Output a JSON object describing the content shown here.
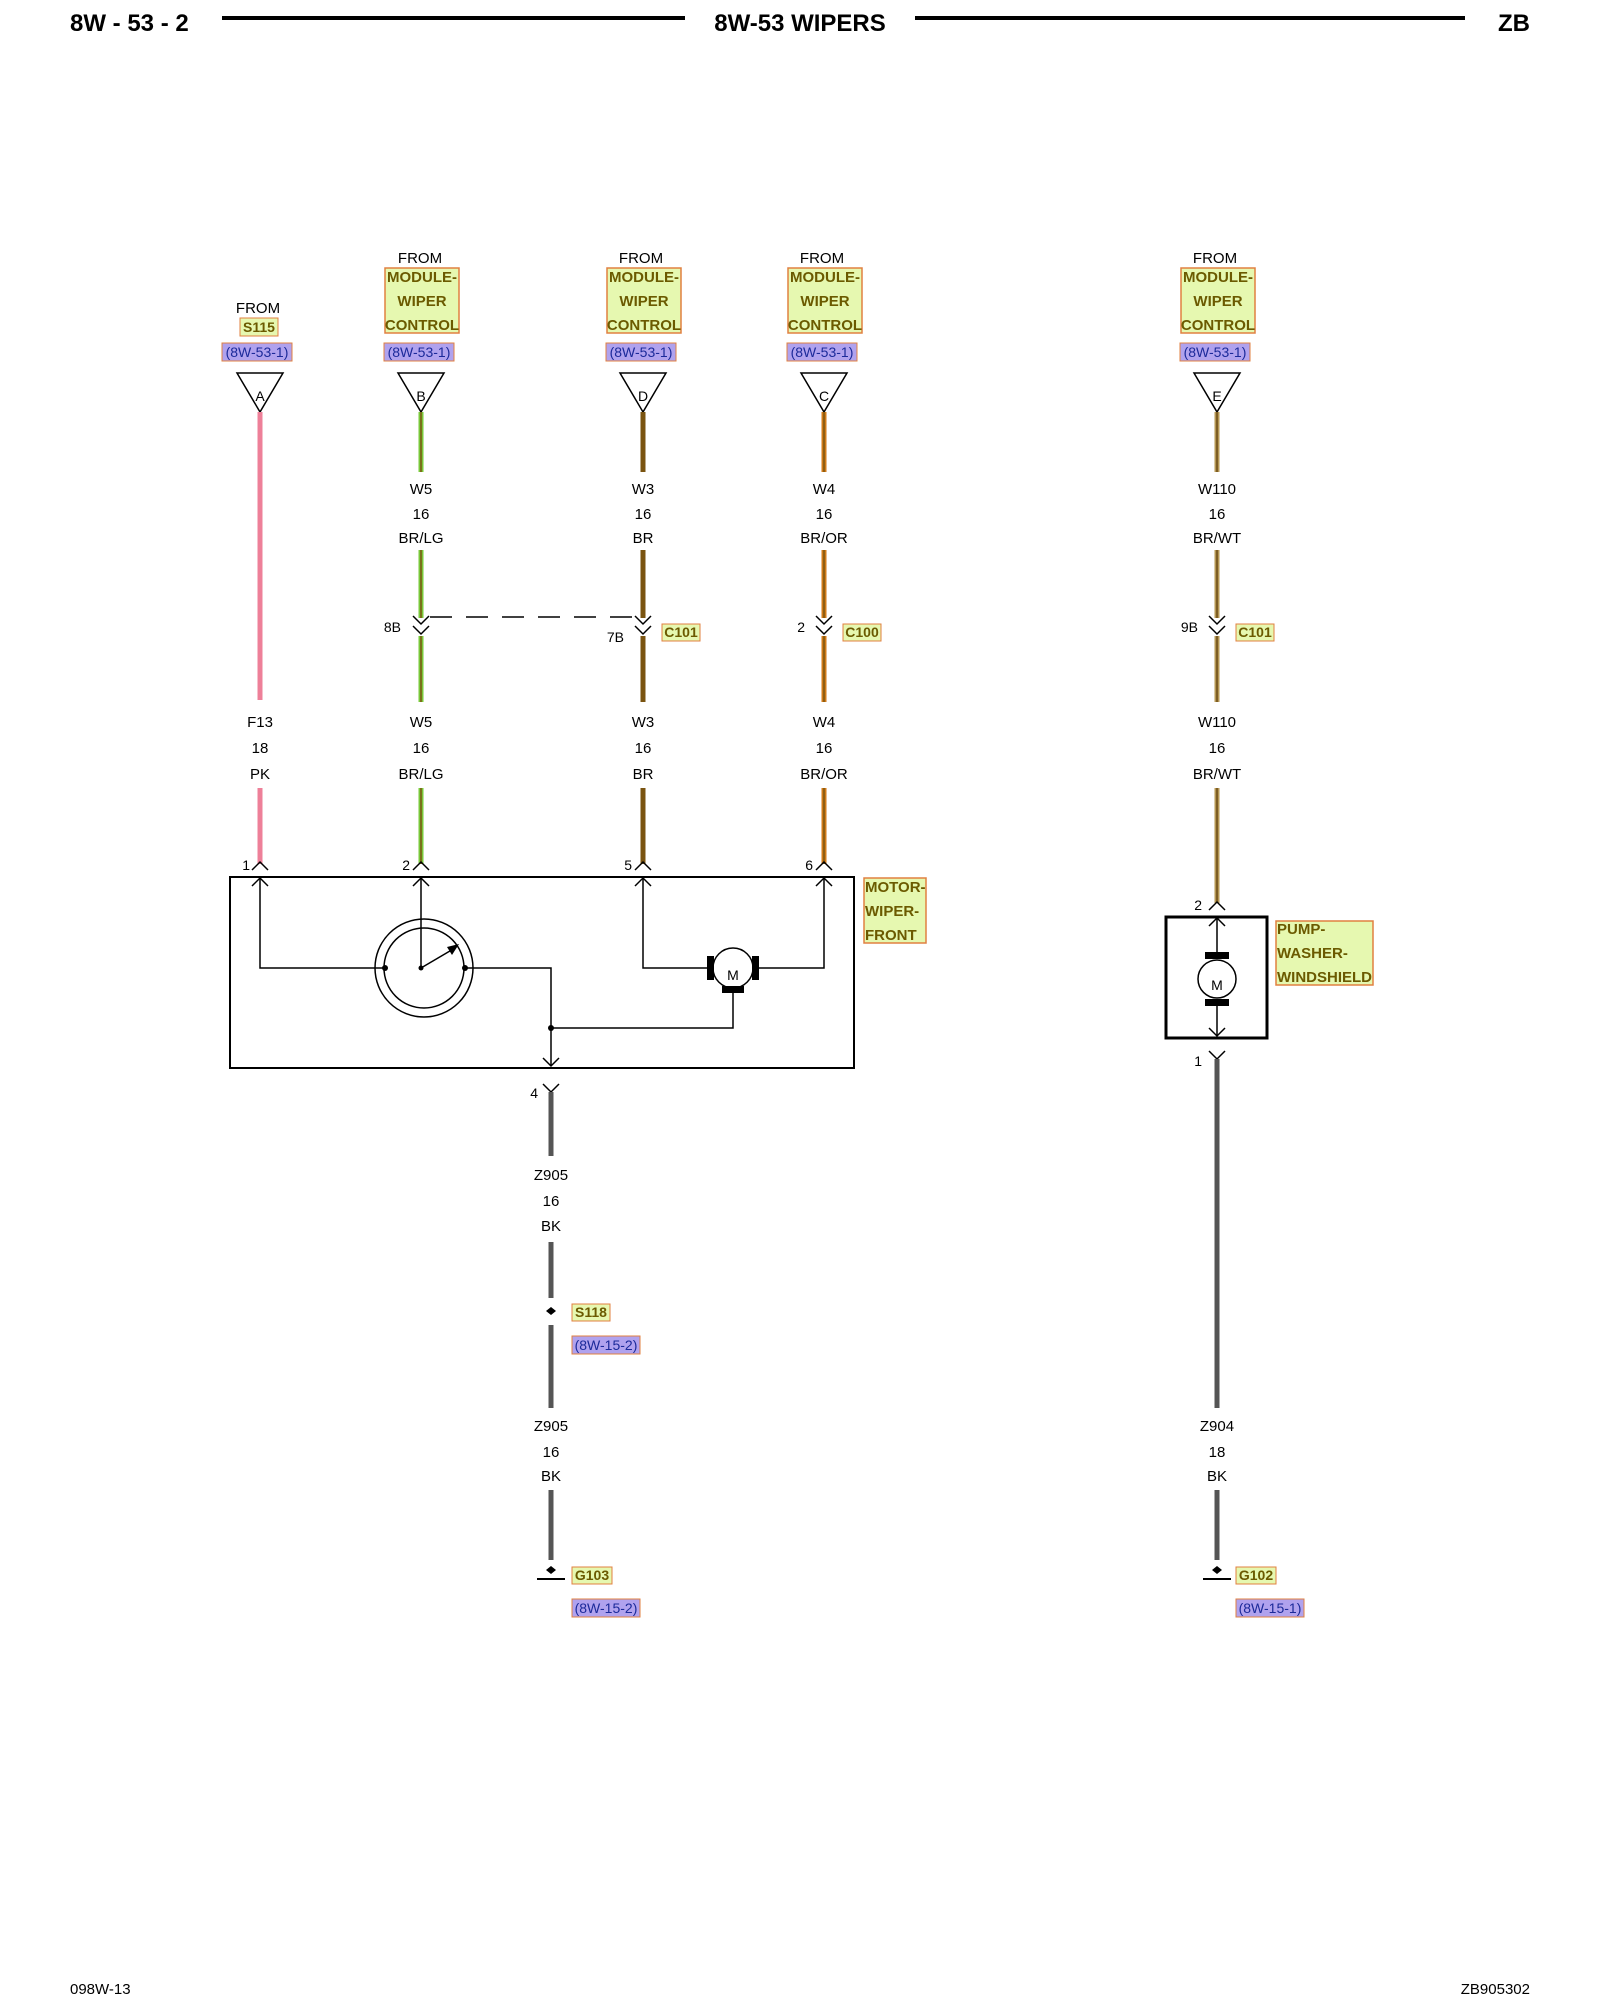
{
  "header": {
    "left": "8W - 53 - 2",
    "title": "8W-53 WIPERS",
    "right": "ZB"
  },
  "footer": {
    "left": "098W-13",
    "right": "ZB905302"
  },
  "colors": {
    "pink": "#ee8099",
    "green": "#79c83a",
    "brown": "#7a5410",
    "orange": "#d07a18",
    "tan": "#b49652",
    "black": "#555555",
    "module_fill": "#e6f8b0",
    "module_border": "#e08040",
    "ref_fill": "#b0a2ee"
  },
  "sources": [
    {
      "from": "FROM",
      "name": "S115",
      "ref": "(8W-53-1)",
      "cavity": "A"
    },
    {
      "from": "FROM",
      "name": [
        "MODULE-",
        "WIPER",
        "CONTROL"
      ],
      "ref": "(8W-53-1)",
      "cavity": "B"
    },
    {
      "from": "FROM",
      "name": [
        "MODULE-",
        "WIPER",
        "CONTROL"
      ],
      "ref": "(8W-53-1)",
      "cavity": "D"
    },
    {
      "from": "FROM",
      "name": [
        "MODULE-",
        "WIPER",
        "CONTROL"
      ],
      "ref": "(8W-53-1)",
      "cavity": "C"
    },
    {
      "from": "FROM",
      "name": [
        "MODULE-",
        "WIPER",
        "CONTROL"
      ],
      "ref": "(8W-53-1)",
      "cavity": "E"
    }
  ],
  "wires_upper": [
    {
      "code": "W5",
      "gauge": "16",
      "color": "BR/LG"
    },
    {
      "code": "W3",
      "gauge": "16",
      "color": "BR"
    },
    {
      "code": "W4",
      "gauge": "16",
      "color": "BR/OR"
    },
    {
      "code": "W110",
      "gauge": "16",
      "color": "BR/WT"
    }
  ],
  "connectors": [
    {
      "pin": "8B"
    },
    {
      "pin": "7B",
      "name": "C101"
    },
    {
      "pin": "2",
      "name": "C100"
    },
    {
      "pin": "9B",
      "name": "C101"
    }
  ],
  "wires_lower": [
    {
      "code": "F13",
      "gauge": "18",
      "color": "PK"
    },
    {
      "code": "W5",
      "gauge": "16",
      "color": "BR/LG"
    },
    {
      "code": "W3",
      "gauge": "16",
      "color": "BR"
    },
    {
      "code": "W4",
      "gauge": "16",
      "color": "BR/OR"
    },
    {
      "code": "W110",
      "gauge": "16",
      "color": "BR/WT"
    }
  ],
  "motor": {
    "name": [
      "MOTOR-",
      "WIPER-",
      "FRONT"
    ],
    "pins": [
      "1",
      "2",
      "5",
      "6"
    ],
    "ground_pin": "4",
    "motor_symbol": "M"
  },
  "pump": {
    "name": [
      "PUMP-",
      "WASHER-",
      "WINDSHIELD"
    ],
    "pin_top": "2",
    "pin_bottom": "1",
    "motor_symbol": "M"
  },
  "ground_left": {
    "wire1": {
      "code": "Z905",
      "gauge": "16",
      "color": "BK"
    },
    "splice": {
      "name": "S118",
      "ref": "(8W-15-2)"
    },
    "wire2": {
      "code": "Z905",
      "gauge": "16",
      "color": "BK"
    },
    "ground": {
      "name": "G103",
      "ref": "(8W-15-2)"
    }
  },
  "ground_right": {
    "wire": {
      "code": "Z904",
      "gauge": "18",
      "color": "BK"
    },
    "ground": {
      "name": "G102",
      "ref": "(8W-15-1)"
    }
  }
}
